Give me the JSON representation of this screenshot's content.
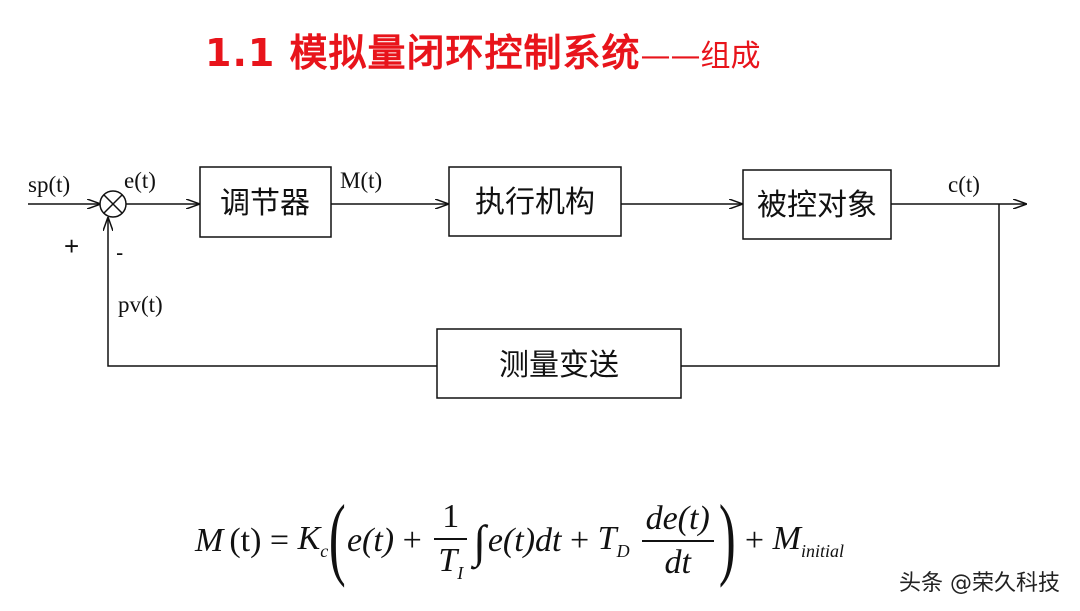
{
  "title": {
    "main": "1.1 模拟量闭环控制系统",
    "dash": "——",
    "sub": "组成"
  },
  "diagram": {
    "blocks": {
      "controller": "调节器",
      "actuator": "执行机构",
      "plant": "被控对象",
      "sensor": "测量变送"
    },
    "signals": {
      "setpoint": "sp(t)",
      "error": "e(t)",
      "output_m": "M(t)",
      "process": "c(t)",
      "feedback": "pv(t)"
    },
    "signs": {
      "plus": "+",
      "minus": "-"
    }
  },
  "formula": {
    "lhs": "M",
    "arg": "(t)",
    "eq": " = ",
    "kc": "K",
    "kc_sub": "c",
    "e_term": "e(t)",
    "plus": " + ",
    "one": "1",
    "ti": "T",
    "ti_sub": "I",
    "int_sym": "∫",
    "int_body": "e(t)dt",
    "td": "T",
    "td_sub": "D",
    "de": "de(t)",
    "dt": "dt",
    "m_init": "M",
    "m_init_sub": "initial"
  },
  "watermark": "头条 @荣久科技"
}
